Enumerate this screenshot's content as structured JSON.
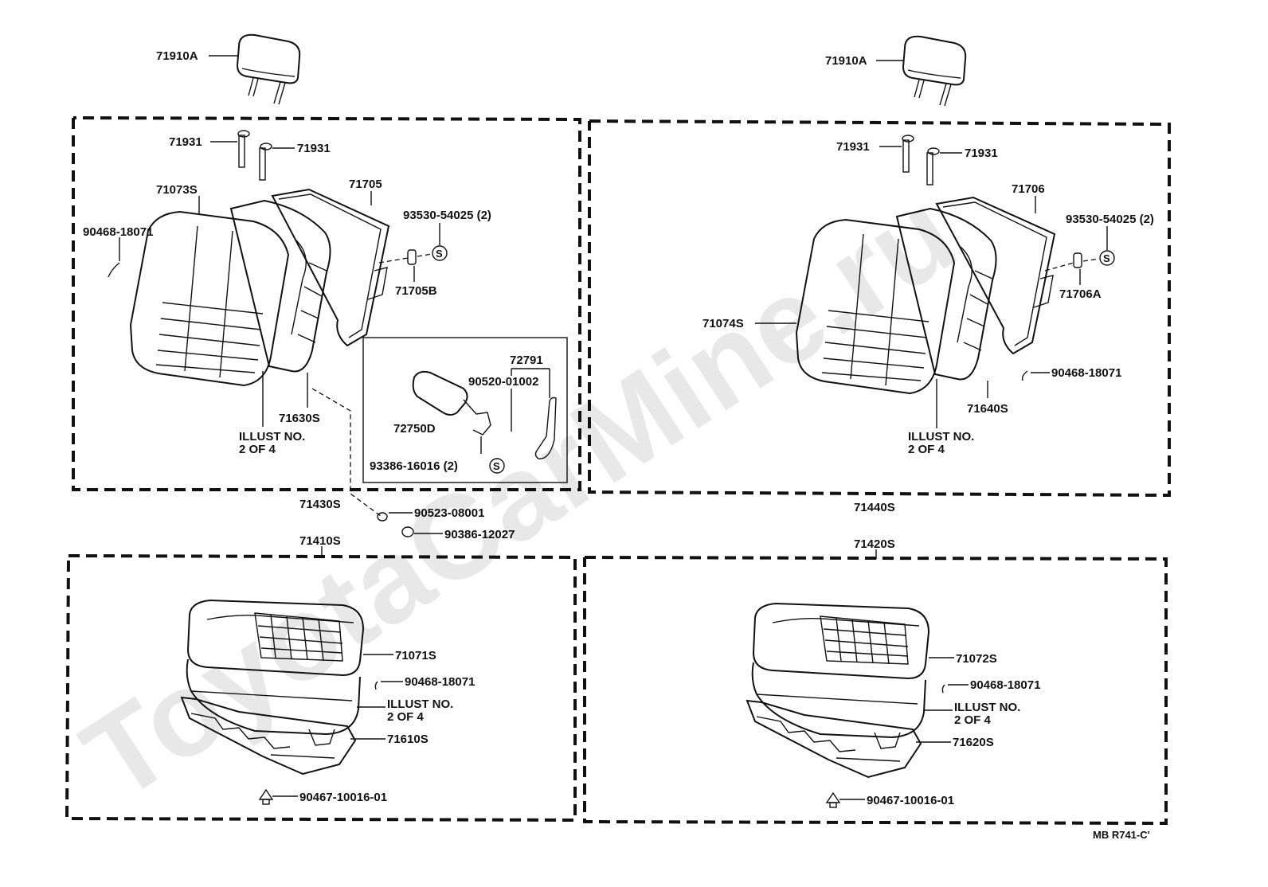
{
  "watermark": "ToyotaCarMine.ru",
  "drawing_code": "MB R741-C'",
  "upper_left": {
    "headrest": "71910A",
    "guide_a": "71931",
    "guide_b": "71931",
    "cover": "71073S",
    "frame": "71705",
    "screw": "93530-54025 (2)",
    "bracket": "71705B",
    "hog_ring": "90468-18071",
    "pad": "71630S",
    "illust_line1": "ILLUST NO.",
    "illust_line2": "2 OF 4",
    "assembly": "71430S",
    "detail": {
      "kit": "72791",
      "pin": "90520-01002",
      "lever": "72750D",
      "bolt": "93386-16016 (2)"
    }
  },
  "middle_left": {
    "washer": "90523-08001",
    "nut": "90386-12027"
  },
  "upper_right": {
    "headrest": "71910A",
    "guide_a": "71931",
    "guide_b": "71931",
    "cover": "71074S",
    "frame": "71706",
    "screw": "93530-54025 (2)",
    "bracket": "71706A",
    "hog_ring": "90468-18071",
    "pad": "71640S",
    "illust_line1": "ILLUST NO.",
    "illust_line2": "2 OF 4",
    "assembly": "71440S"
  },
  "lower_left": {
    "assembly": "71410S",
    "cover": "71071S",
    "hog_ring": "90468-18071",
    "illust_line1": "ILLUST NO.",
    "illust_line2": "2 OF 4",
    "frame": "71610S",
    "clip": "90467-10016-01"
  },
  "lower_right": {
    "assembly": "71420S",
    "cover": "71072S",
    "hog_ring": "90468-18071",
    "illust_line1": "ILLUST NO.",
    "illust_line2": "2 OF 4",
    "frame": "71620S",
    "clip": "90467-10016-01"
  }
}
